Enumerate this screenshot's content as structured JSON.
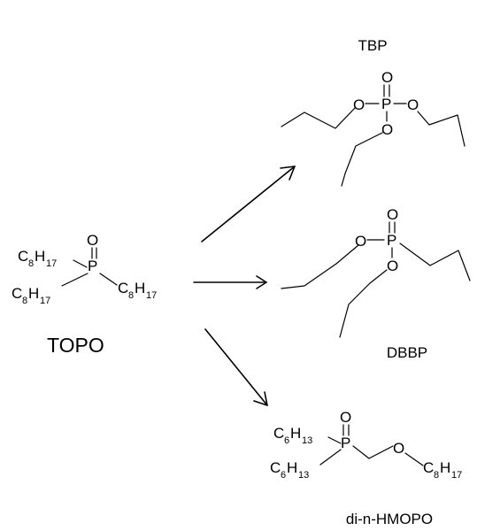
{
  "molecules": {
    "topo": {
      "name": "TOPO"
    },
    "tbp": {
      "name": "TBP"
    },
    "dbbp": {
      "name": "DBBP"
    },
    "hmopo": {
      "name": "di-n-HMOPO"
    }
  },
  "atoms": {
    "P": "P",
    "O": "O",
    "C": "C",
    "H": "H"
  },
  "subscripts": {
    "n8": "8",
    "n17": "17",
    "n6": "6",
    "n13": "13"
  }
}
